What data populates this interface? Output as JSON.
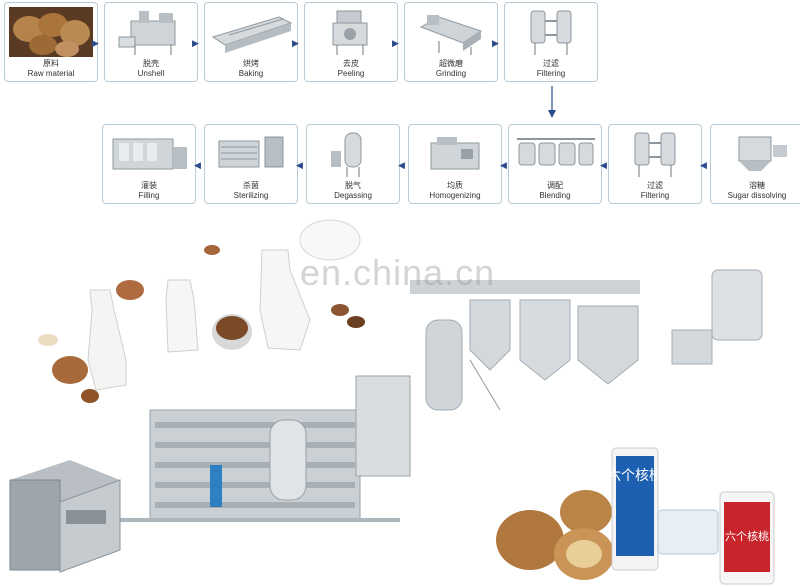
{
  "process": {
    "row1": [
      {
        "zh": "原料",
        "en": "Raw material",
        "icon": "walnuts-icon"
      },
      {
        "zh": "脱壳",
        "en": "Unshell",
        "icon": "unshelling-machine-icon"
      },
      {
        "zh": "烘烤",
        "en": "Baking",
        "icon": "baking-oven-icon"
      },
      {
        "zh": "去皮",
        "en": "Peeling",
        "icon": "peeling-machine-icon"
      },
      {
        "zh": "超微磨",
        "en": "Grinding",
        "icon": "grinder-icon"
      },
      {
        "zh": "过滤",
        "en": "Filtering",
        "icon": "filter-icon"
      }
    ],
    "row2": [
      {
        "zh": "灌装",
        "en": "Filling",
        "icon": "filling-machine-icon"
      },
      {
        "zh": "杀菌",
        "en": "Sterilizing",
        "icon": "sterilizer-icon"
      },
      {
        "zh": "脱气",
        "en": "Degassing",
        "icon": "degasser-icon"
      },
      {
        "zh": "均质",
        "en": "Homogenizing",
        "icon": "homogenizer-icon"
      },
      {
        "zh": "调配",
        "en": "Blending",
        "icon": "blending-tanks-icon"
      },
      {
        "zh": "过滤",
        "en": "Filtering",
        "icon": "filter-icon"
      },
      {
        "zh": "溶糖",
        "en": "Sugar dissolving",
        "icon": "sugar-tank-icon"
      }
    ]
  },
  "watermark": "en.china.cn",
  "can_label": "六个核桃",
  "colors": {
    "border": "#b9c9d6",
    "arrow": "#2a4c8c",
    "steel": "#c9ced3",
    "can_blue": "#1d5fb0",
    "can_red": "#c8242c",
    "walnut": "#b0783c"
  }
}
